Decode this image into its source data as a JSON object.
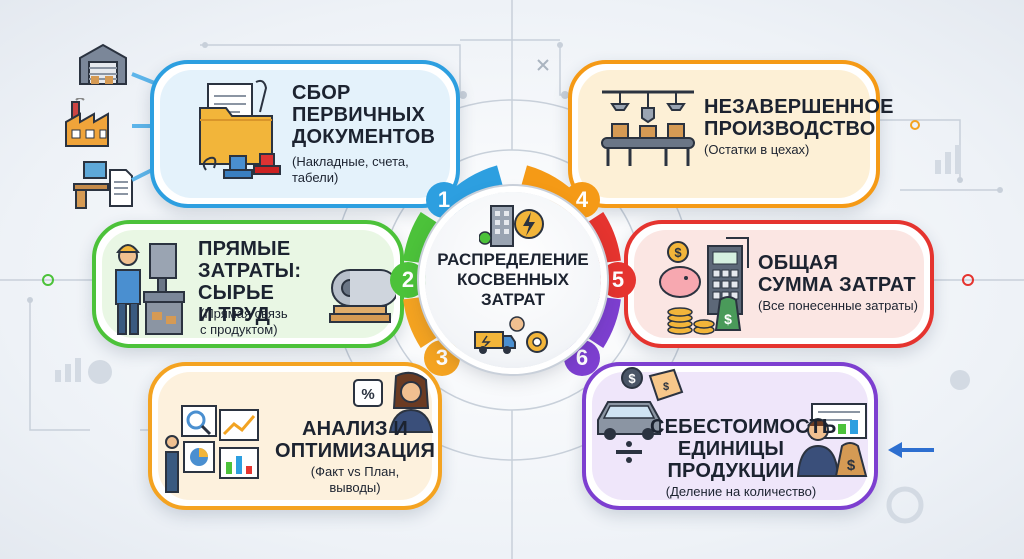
{
  "center": {
    "title_lines": [
      "РАСПРЕДЕЛЕНИЕ",
      "КОСВЕННЫХ",
      "ЗАТРАТ"
    ]
  },
  "steps": [
    {
      "number": "1",
      "title_lines": [
        "СБОР",
        "ПЕРВИЧНЫХ",
        "ДОКУМЕНТОВ"
      ],
      "sub_lines": [
        "(Накладные, счета,",
        "табели)"
      ],
      "color": "#2d9fe0",
      "bg": "#e4f2fb"
    },
    {
      "number": "2",
      "title_lines": [
        "ПРЯМЫЕ ЗАТРАТЫ:",
        "СЫРЬЕ",
        "И ТРУД"
      ],
      "sub_lines": [
        "(Прямая связь",
        "с продуктом)"
      ],
      "color": "#4cc23a",
      "bg": "#e9f7e4"
    },
    {
      "number": "3",
      "title_lines": [
        "АНАЛИЗ И",
        "ОПТИМИЗАЦИЯ"
      ],
      "sub_lines": [
        "(Факт vs План,",
        "выводы)"
      ],
      "color": "#f4a321",
      "bg": "#fdf1dd"
    },
    {
      "number": "4",
      "title_lines": [
        "НЕЗАВЕРШЕННОЕ",
        "ПРОИЗВОДСТВО"
      ],
      "sub_lines": [
        "(Остатки в цехах)"
      ],
      "color": "#f59a16",
      "bg": "#fdf0d6"
    },
    {
      "number": "5",
      "title_lines": [
        "ОБЩАЯ",
        "СУММА ЗАТРАТ"
      ],
      "sub_lines": [
        "(Все понесенные затраты)"
      ],
      "color": "#e5342f",
      "bg": "#fbe6e3"
    },
    {
      "number": "6",
      "title_lines": [
        "СЕБЕСТОИМОСТЬ",
        "ЕДИНИЦЫ",
        "ПРОДУКЦИИ"
      ],
      "sub_lines": [
        "(Деление на количество)"
      ],
      "color": "#7d3fd0",
      "bg": "#efe6fa"
    }
  ]
}
